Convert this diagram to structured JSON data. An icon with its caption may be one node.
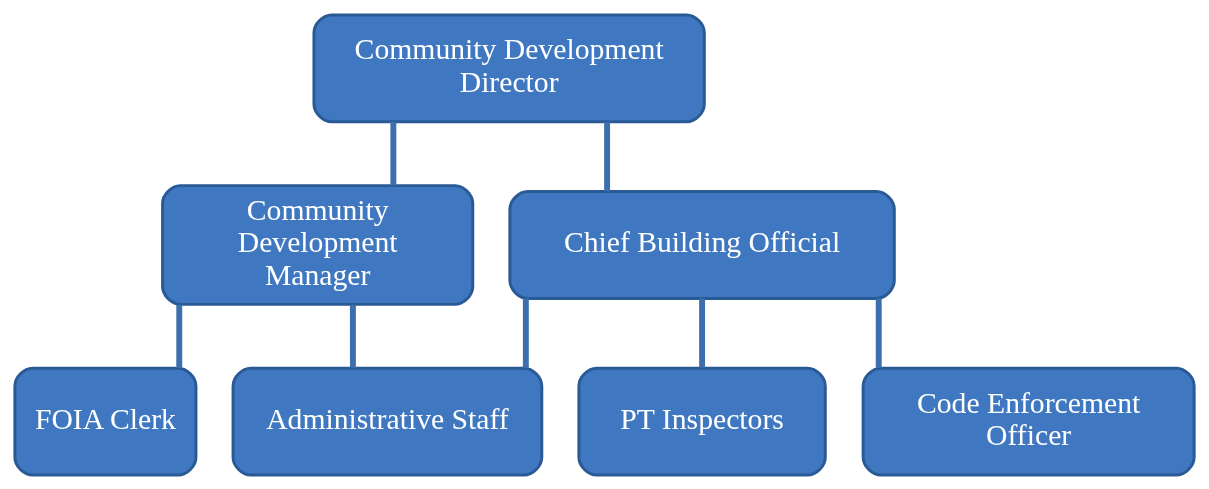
{
  "diagram": {
    "nodes": [
      {
        "text": [
          "Community Development Director"
        ]
      },
      {
        "text": [
          "Community Development Manager"
        ]
      },
      {
        "text": [
          "Chief Building Official"
        ]
      },
      {
        "text": [
          "FOIA Clerk"
        ]
      },
      {
        "text": [
          "Administrative Staff"
        ]
      },
      {
        "text": [
          "PT Inspectors"
        ]
      },
      {
        "text": [
          "Code Enforcement Officer"
        ]
      }
    ],
    "edges": [
      {
        "from": 0,
        "to": 1,
        "arrow": "none"
      },
      {
        "from": 0,
        "to": 2,
        "arrow": "none"
      },
      {
        "from": 1,
        "to": 3,
        "arrow": "none"
      },
      {
        "from": 1,
        "to": 4,
        "arrow": "none"
      },
      {
        "from": 2,
        "to": 4,
        "arrow": "none"
      },
      {
        "from": 2,
        "to": 5,
        "arrow": "none"
      },
      {
        "from": 2,
        "to": 6,
        "arrow": "none"
      }
    ]
  }
}
